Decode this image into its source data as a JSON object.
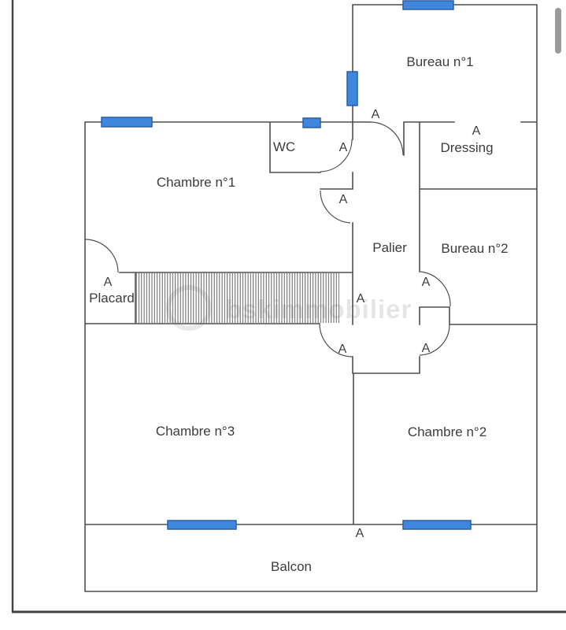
{
  "colors": {
    "wall": "#4f4f4f",
    "text": "#3d3d3d",
    "window_fill": "#3f87dc",
    "window_stroke": "#2b5fa6",
    "page_border": "#3f4245",
    "scrollbar": "#9a9a9a",
    "watermark": "#cdcdcd"
  },
  "plan": {
    "rooms": {
      "bureau1": "Bureau n°1",
      "wc": "WC",
      "dressing": "Dressing",
      "chambre1": "Chambre n°1",
      "palier": "Palier",
      "bureau2": "Bureau n°2",
      "placard": "Placard",
      "chambre3": "Chambre n°3",
      "chambre2": "Chambre n°2",
      "balcon": "Balcon"
    },
    "door_label": "A",
    "watermark": "bskimmobilier"
  }
}
